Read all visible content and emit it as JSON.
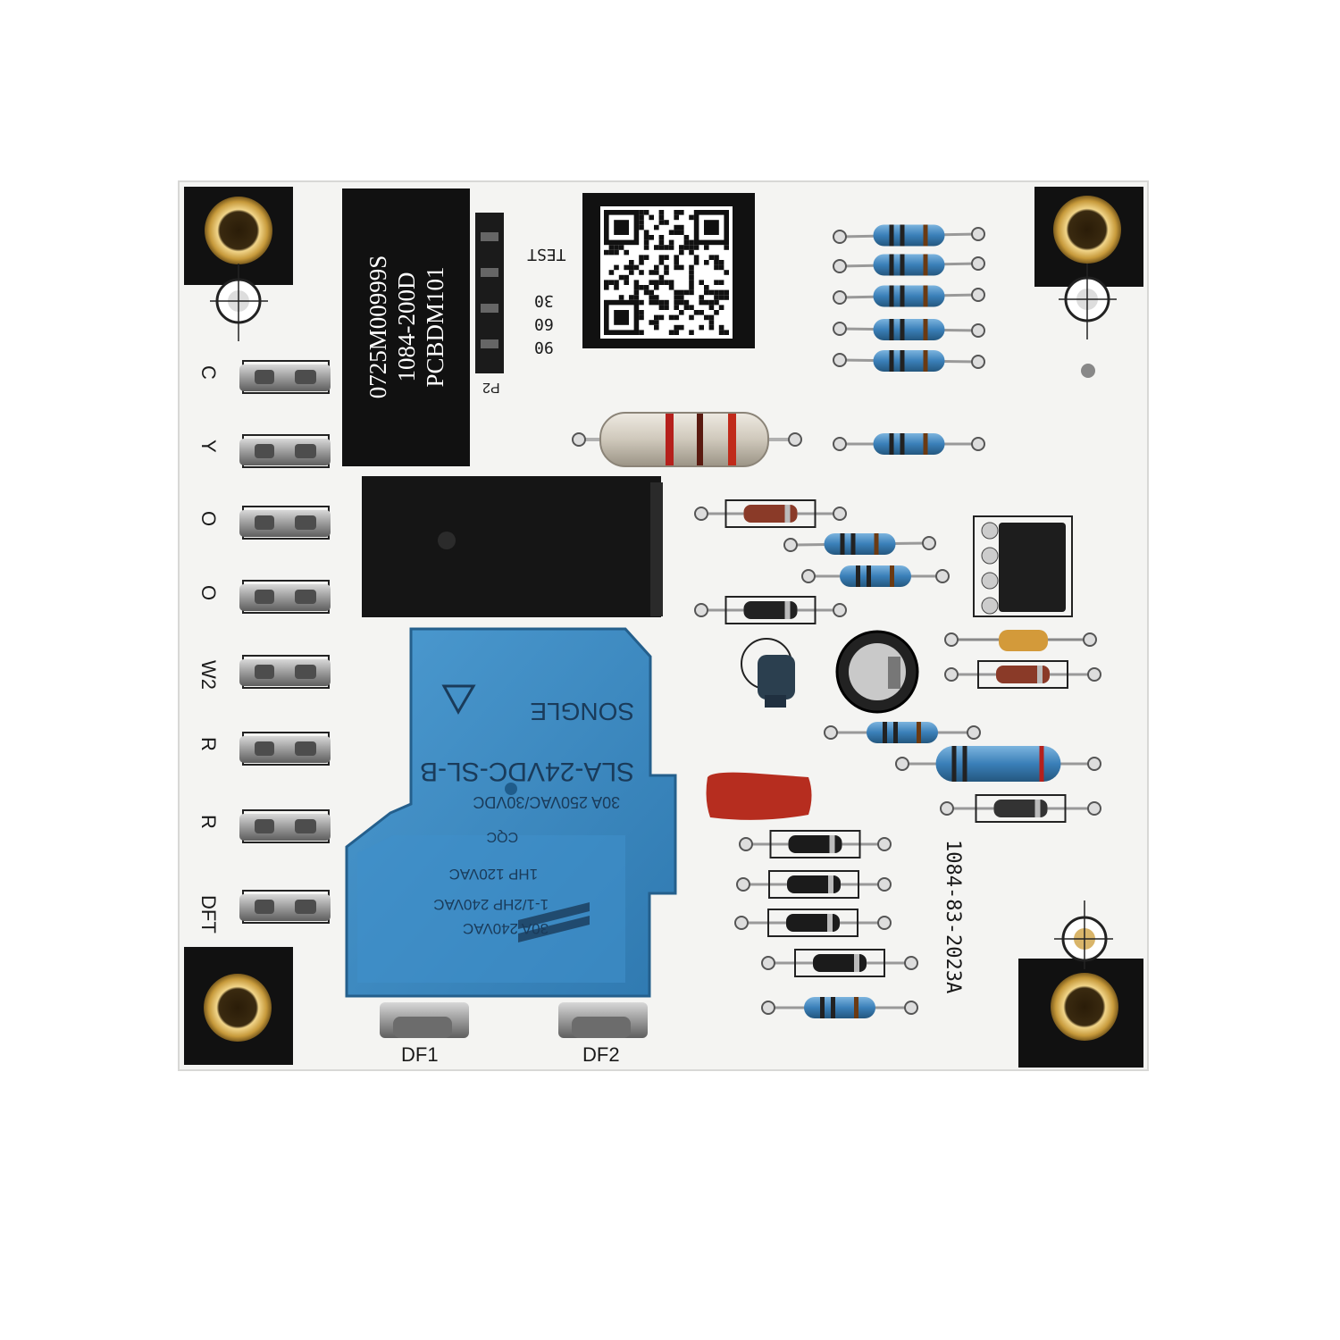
{
  "board": {
    "part_label_lines": [
      "0725M00999S",
      "1084-200D",
      "PCBDM101"
    ],
    "board_rev": "1084-83-2023A",
    "header_label": "P2",
    "jumper_labels": [
      "TEST",
      "30",
      "60",
      "90"
    ],
    "terminal_labels": [
      "C",
      "Y",
      "O",
      "O",
      "W2",
      "R",
      "R",
      "DFT"
    ],
    "bottom_terminal_labels": [
      "DF1",
      "DF2"
    ]
  },
  "relay": {
    "brand": "SONGLE",
    "model": "SLA-24VDC-SL-B",
    "ratings": [
      "30A 250VAC/30VDC",
      "1HP 120VAC",
      "1-1/2HP 240VAC",
      "30A 240VAC"
    ],
    "cert": "CQC"
  },
  "colors": {
    "pcb": "#f4f4f2",
    "mask_black": "#111111",
    "relay_blue": "#3d8fc9",
    "resistor_blue": "#3a7fb8",
    "brass": "#c79a3b"
  }
}
